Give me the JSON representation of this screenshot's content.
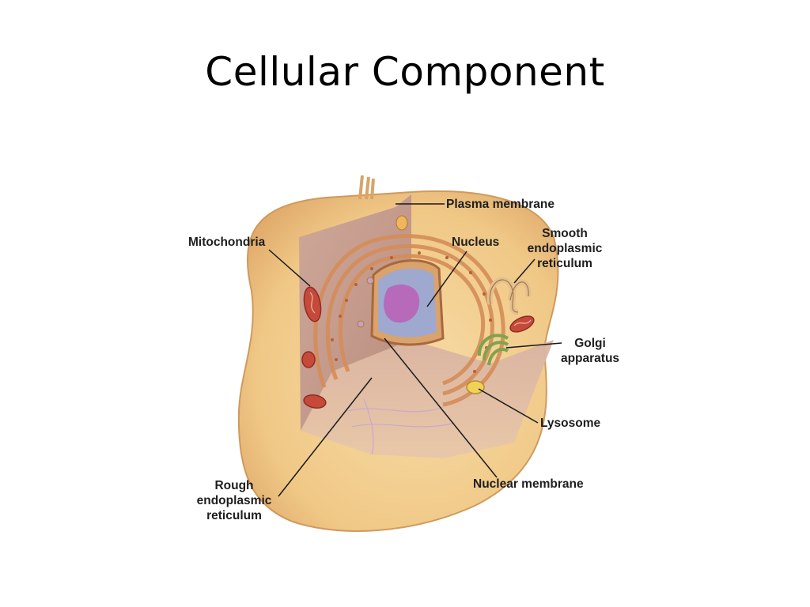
{
  "slide": {
    "title": "Cellular Component"
  },
  "diagram": {
    "labels": {
      "plasma_membrane": "Plasma membrane",
      "mitochondria": "Mitochondria",
      "nucleus": "Nucleus",
      "smooth_er_line1": "Smooth",
      "smooth_er_line2": "endoplasmic",
      "smooth_er_line3": "reticulum",
      "golgi_line1": "Golgi",
      "golgi_line2": "apparatus",
      "lysosome": "Lysosome",
      "nuclear_membrane": "Nuclear membrane",
      "rough_er_line1": "Rough",
      "rough_er_line2": "endoplasmic",
      "rough_er_line3": "reticulum"
    },
    "colors": {
      "cytoplasm": "#f2c98a",
      "membrane": "#e9b877",
      "cut_face": "#c49b8c",
      "nucleoplasm": "#9fa9cf",
      "nucleolus": "#b66ab9",
      "organelle": "#c54a3a",
      "golgi": "#7fa34f",
      "lysosome": "#f0d25a",
      "leader_line": "#1a1a1a"
    }
  }
}
